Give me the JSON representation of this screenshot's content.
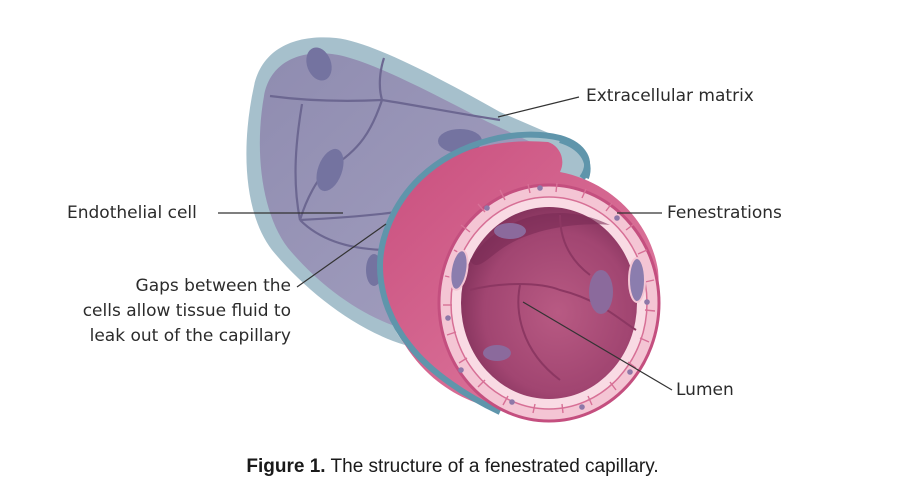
{
  "labels": {
    "extracellular_matrix": "Extracellular matrix",
    "endothelial_cell": "Endothelial cell",
    "fenestrations": "Fenestrations",
    "gaps_line1": "Gaps between the",
    "gaps_line2": "cells allow tissue fluid to",
    "gaps_line3": "leak out of the capillary",
    "lumen": "Lumen"
  },
  "caption": {
    "figure_number": "Figure 1.",
    "text": "The structure of a fenestrated capillary."
  },
  "colors": {
    "matrix": "#a7c2cd",
    "matrix_ring": "#5e93a9",
    "endothelium": "#9d98b8",
    "cell_border": "#6f6a93",
    "nucleus": "#7574a0",
    "tube_pink": "#d9698f",
    "lumen_dark": "#8e3a62",
    "lumen_mid": "#b5537c",
    "ring_light": "#f7d1dc",
    "fenestration": "#8e78a8"
  }
}
